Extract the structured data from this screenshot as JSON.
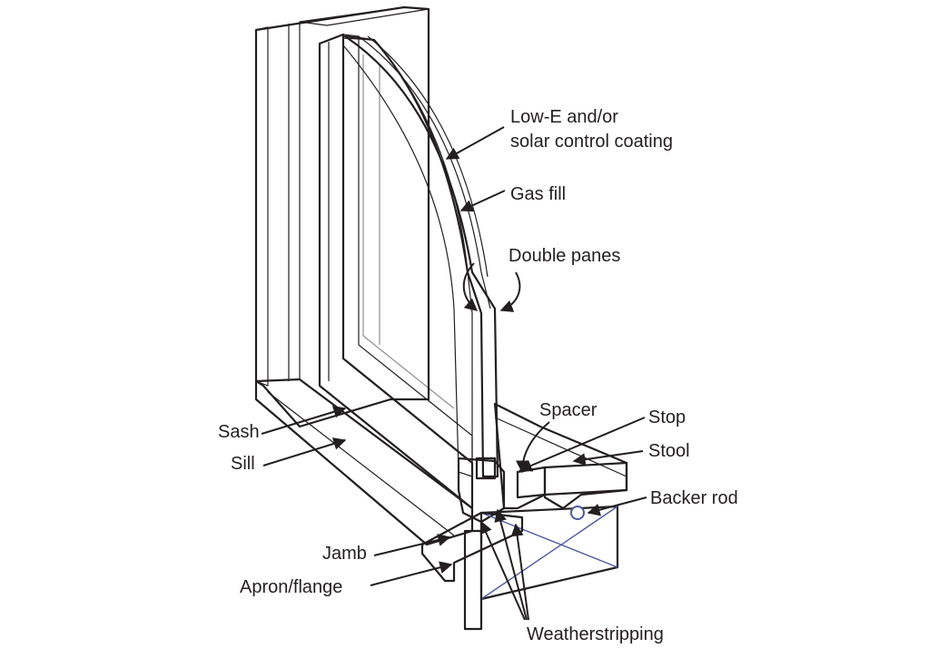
{
  "diagram": {
    "colors": {
      "outline": "#231f20",
      "glass": "#e6e9f1",
      "glass_dark": "#cfd4e2",
      "frame_light": "#ffffff",
      "frame_shade": "#e8e9ec",
      "wall": "#d9dce8",
      "wall_hatch": "#4b5aa0"
    },
    "labels": {
      "low_e_line1": "Low-E and/or",
      "low_e_line2": "solar control coating",
      "gas_fill": "Gas fill",
      "double_panes": "Double panes",
      "spacer": "Spacer",
      "stop": "Stop",
      "stool": "Stool",
      "backer_rod": "Backer rod",
      "sash": "Sash",
      "sill": "Sill",
      "jamb": "Jamb",
      "apron_flange": "Apron/flange",
      "weatherstripping": "Weatherstripping"
    }
  }
}
